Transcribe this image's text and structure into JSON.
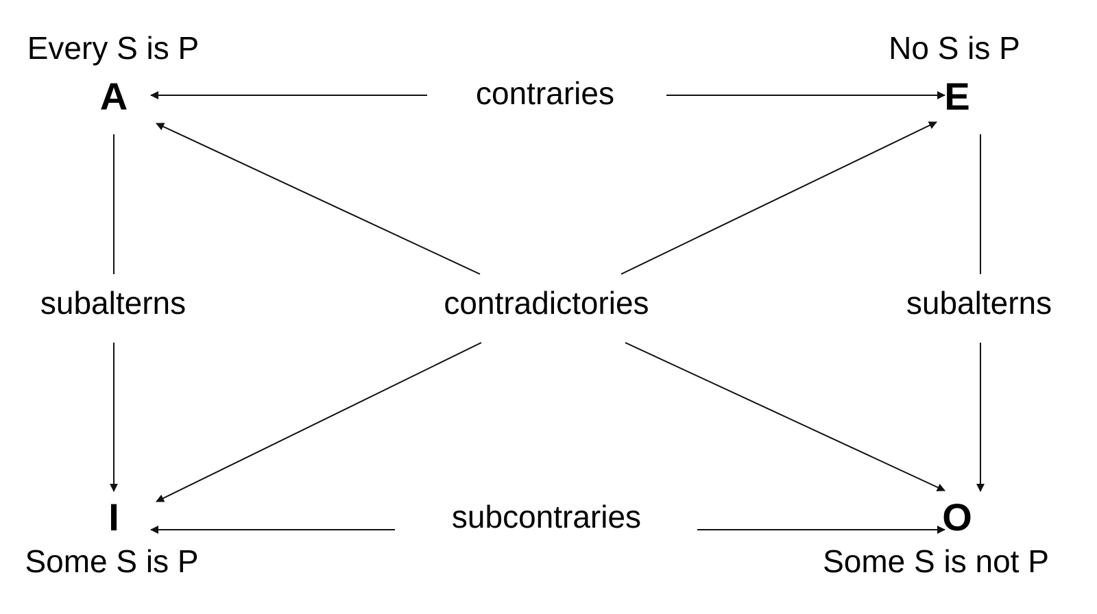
{
  "corners": {
    "a": {
      "letter": "A",
      "statement": "Every S is P"
    },
    "e": {
      "letter": "E",
      "statement": "No S is P"
    },
    "i": {
      "letter": "I",
      "statement": "Some S is P"
    },
    "o": {
      "letter": "O",
      "statement": "Some S is not P"
    }
  },
  "relations": {
    "contraries": "contraries",
    "subcontraries": "subcontraries",
    "contradictories": "contradictories",
    "subalterns_left": "subalterns",
    "subalterns_right": "subalterns"
  },
  "colors": {
    "ink": "#111111",
    "background": "#ffffff"
  }
}
